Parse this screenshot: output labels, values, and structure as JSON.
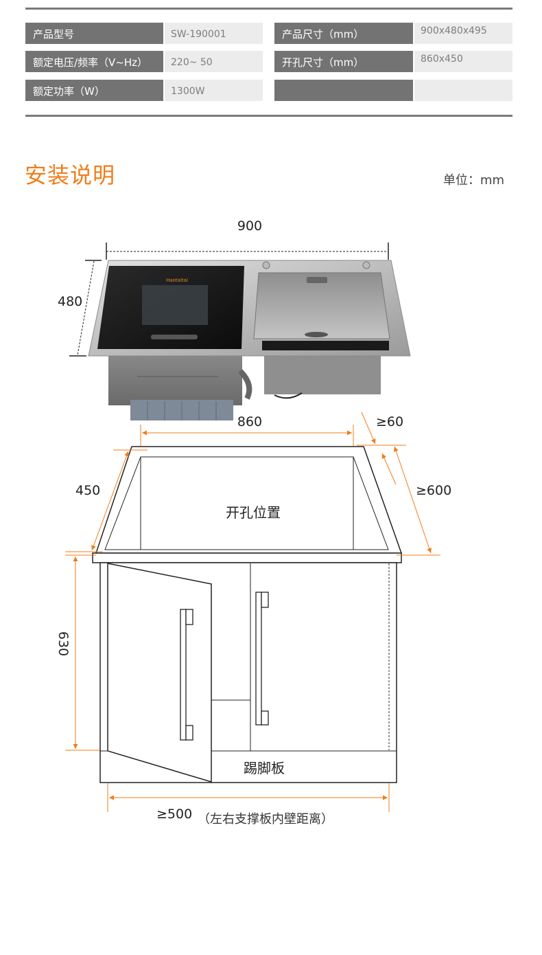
{
  "specs": {
    "rows": [
      {
        "label_left": "产品型号",
        "value_left": "SW-190001",
        "label_right": "产品尺寸（mm）",
        "value_right": "900x480x495"
      },
      {
        "label_left": "额定电压/频率（V~Hz）",
        "value_left": "220~ 50",
        "label_right": "开孔尺寸（mm）",
        "value_right": "860x450"
      },
      {
        "label_left": "额定功率（W）",
        "value_left": "1300W",
        "label_right": "",
        "value_right": ""
      }
    ]
  },
  "section": {
    "title": "安装说明",
    "unit": "单位：mm"
  },
  "diagram": {
    "brand": "Haotaitai",
    "dimensions": {
      "width": "900",
      "depth": "480",
      "cutout_width": "860",
      "cutout_depth": "450",
      "min_gap": "≥60",
      "min_counter_depth": "≥600",
      "cabinet_height": "630",
      "min_inner_width": "≥500"
    },
    "labels": {
      "cutout": "开孔位置",
      "kickboard": "踢脚板",
      "inner_width_note": "（左右支撑板内壁距离）"
    },
    "colors": {
      "dimension_line": "#f07d1a",
      "heading": "#f07d1a",
      "table_label_bg": "#737373",
      "table_value_bg": "#ececec"
    }
  }
}
